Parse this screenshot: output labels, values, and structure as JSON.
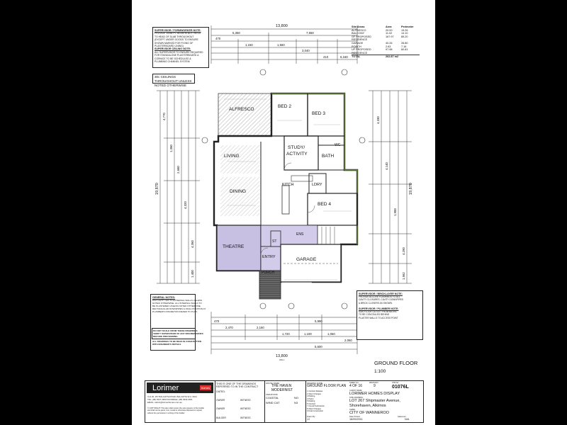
{
  "plan": {
    "overall_width_top": "13,800",
    "overall_width_bottom": "13,800",
    "wall_label": "WALL",
    "overall_depth_left": "19,870",
    "overall_depth_right": "19,870",
    "top_dims": [
      "5,350",
      "7,550",
      "470",
      "1,150",
      "1,560",
      "3,040",
      "410",
      "6,160"
    ],
    "bottom_dims": [
      "470",
      "2,470",
      "2,160",
      "1,720",
      "1,100",
      "1,060",
      "2,060",
      "5,990",
      "5,600"
    ],
    "left_dims": [
      "4,770",
      "1,360",
      "2,660",
      "4,320",
      "4,350",
      "1,400"
    ],
    "right_dims": [
      "4,330",
      "4,140",
      "1,900",
      "4,290",
      "1,562"
    ],
    "rooms": {
      "alfresco": "ALFRESCO",
      "bed2": "BED 2",
      "bed3": "BED 3",
      "study": "STUDY/",
      "activity": "ACTIVITY",
      "bath": "BATH",
      "wc": "WC",
      "living": "LIVING",
      "dining": "DINING",
      "kitch": "KITCH",
      "ldry": "LDRY",
      "bed4": "BED 4",
      "theatre": "THEATRE",
      "entry": "ENTRY",
      "st": "ST",
      "garage": "GARAGE",
      "porch": "PORCH",
      "ens": "ENS"
    },
    "floor_title": "GROUND FLOOR",
    "scale": "1:100",
    "ceilings_note": "30c CEILINGS THROUGHOUT UNLESS NOTED OTHERWISE"
  },
  "notes": {
    "supervisor_heading": "SUPERVISOR / FORMWORKER NOTE:",
    "supervisor_lines": [
      "PROVIDE 100x8 PC BEAM IN BUTTRESS",
      "TO HEAD OF SLAB THROUGHOUT",
      "(EXCEPT UNDER GOODS TO ENSURE",
      "SHOWN MARKED FOR FIXING OF",
      "PLASTERBOARD LINING)"
    ],
    "ceiling_heading": "SUPERVISOR CEILING NOTE:",
    "ceiling_lines": [
      "ALL SUPERVISOR TO ENSURE REQUIRED",
      "FOR STANDALONE PLASTERBOARD &",
      "CORNICE TO BE SCHEDULED &",
      "PLUMBING CHANNEL SYSTEM"
    ],
    "general_heading": "GENERAL NOTES:",
    "general_lines": [
      "DIM CAVITY 900 TO EXTERNAL WALLS UNLESS",
      "NOTED OTHERWISE. ALL INTERNAL WALLS TO",
      "BE PLASTERED UNLESS NOTED OTHERWISE.",
      "RECTANGULAR DOWNPIPES & FINAL POSITION AT",
      "PLUMBER'S DISCRETION REFER TO PLAN."
    ],
    "scale_warning": [
      "DO NOT SCALE FROM THESE DRAWINGS.",
      "VERIFY SUPERVISOR OF ANY DISCREPANCIES",
      "BEFORE PROCEEDING."
    ],
    "read_note": [
      "ALL DRAWINGS TO BE READ IN CONJUNCTION",
      "WITH ENGINEER'S DETAILS"
    ],
    "brick_heading": "SUPERVISOR / BRICKLAYER NOTE:",
    "brick_lines": [
      "PROVIDE ALCOVE FLASHINGS TO ALL",
      "CAVITY CLOSURES, CAVITY DOWNPIPES",
      "& BRICK CLOSERS AS SHOWN"
    ],
    "plumber_heading": "SUPERVISOR / PLUMBER NOTE:",
    "plumber_lines": [
      "SUB-FLOOR OUTLET FROM BATHS",
      "TO BE CONCEALED BEHIND",
      "PLASTER WALLS TO ACCESS POINT"
    ]
  },
  "area_table": {
    "headers": [
      "Site Areas",
      "Area",
      "Perimeter"
    ],
    "rows": [
      [
        "ALFRESCO",
        "20.00",
        "19.26"
      ],
      [
        "BALCONY",
        "11.02",
        "14.10"
      ],
      [
        "GF PROPOSED RESIDENCE",
        "167.97",
        "85.20"
      ],
      [
        "GARAGE",
        "40.26",
        "26.80"
      ],
      [
        "PORCH",
        "2.63",
        "7.16"
      ],
      [
        "UF PROPOSED RESIDENCE",
        "97.98",
        "60.81"
      ]
    ],
    "total": [
      "TOTAL",
      "262.87 m2"
    ]
  },
  "title_block": {
    "logo": "Lorimer",
    "logo_sub": "homes",
    "address_lines": [
      "Unit 20, 257 BALCATTA ROAD, BALCATTA W.A. 6021",
      "TEL: (08) 9347 2900 FACSIMILE: (08) 9349 2001",
      "EMAIL: admin@lorimerhomes.com.au"
    ],
    "copyright": [
      "© COPYRIGHT: This plan shall remain the sole property of the builder",
      "and shall not be given, lent, resold or otherwise disposed or copied",
      "without the permission in writing of the builder."
    ],
    "one_of_drawings": [
      "THIS IS ONE OF THE DRAWINGS",
      "REFERRED TO IN THE CONTRACT"
    ],
    "dated_label": "DATED:",
    "owner_label": "OWNER",
    "witness_label": "WITNESS",
    "builder_label": "BUILDER",
    "house_name_label": "HOUSE NAME:",
    "house_name": "THE HAVEN",
    "variation_label": "MODERNIST",
    "variations_label": "VARIATIONS:",
    "coastal_label": "COASTAL",
    "coastal_value": "NO",
    "wind_label": "WIND CAT",
    "wind_value": "N3",
    "drawing_name_label": "DRAWING NAME:",
    "drawing_name": "GROUND FLOOR PLAN",
    "sheet_label": "SHEET No:",
    "sheet": "4 OF 16",
    "revision_label": "REVISION:",
    "revision": "9",
    "job_label": "JOB No:",
    "job": "01076L",
    "client_label": "CLIENT NAME:",
    "client": "LORIMER HOMES DISPLAY",
    "site_label": "SITE ADDRESS:",
    "site_line1": "LOT 267 Shipmaster Avenue,",
    "site_line2": "Shorehaven, Alkimos",
    "council_label": "SHIRE:",
    "council": "CITY OF WANNEROO",
    "drawn_label": "Drawn By:",
    "drawn": "JJ",
    "date_label": "Date Printed:",
    "date": "16/09/2011",
    "salesman_label": "Salesman:",
    "salesman": "N/A",
    "rev_table": [
      [
        "1",
        "Contract Release"
      ],
      [
        "2",
        "Client Changes"
      ],
      [
        "3",
        "Drafting"
      ],
      [
        "4",
        "Prelim"
      ],
      [
        "5",
        "Drafting"
      ],
      [
        "6",
        "Contract"
      ],
      [
        "7",
        "Council Submission"
      ],
      [
        "8",
        "Client Changes"
      ],
      [
        "9",
        "Final Construction"
      ]
    ]
  }
}
